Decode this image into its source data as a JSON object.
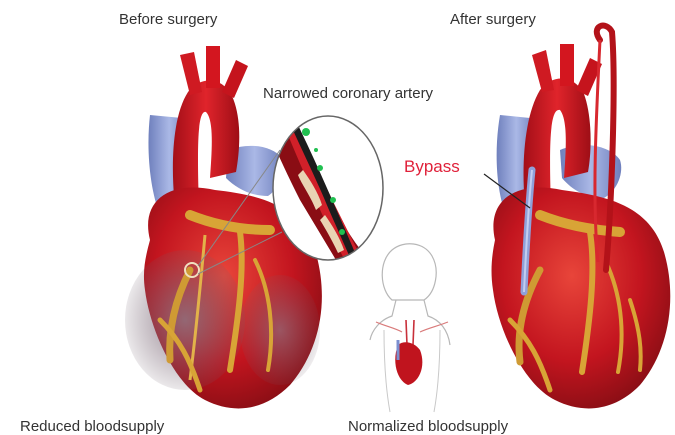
{
  "labels": {
    "before": "Before surgery",
    "after": "After surgery",
    "narrowed": "Narrowed coronary artery",
    "bypass": "Bypass",
    "reduced": "Reduced bloodsupply",
    "normalized": "Normalized bloodsupply"
  },
  "colors": {
    "heart_red": "#c0141e",
    "aorta_red": "#d3161f",
    "vein_blue": "#8c9ed4",
    "fat_yellow": "#d8a436",
    "ischemic_gray": "#7b6c78",
    "bypass_label": "#e0213a",
    "text": "#333333",
    "plaque_green": "#20c050"
  }
}
